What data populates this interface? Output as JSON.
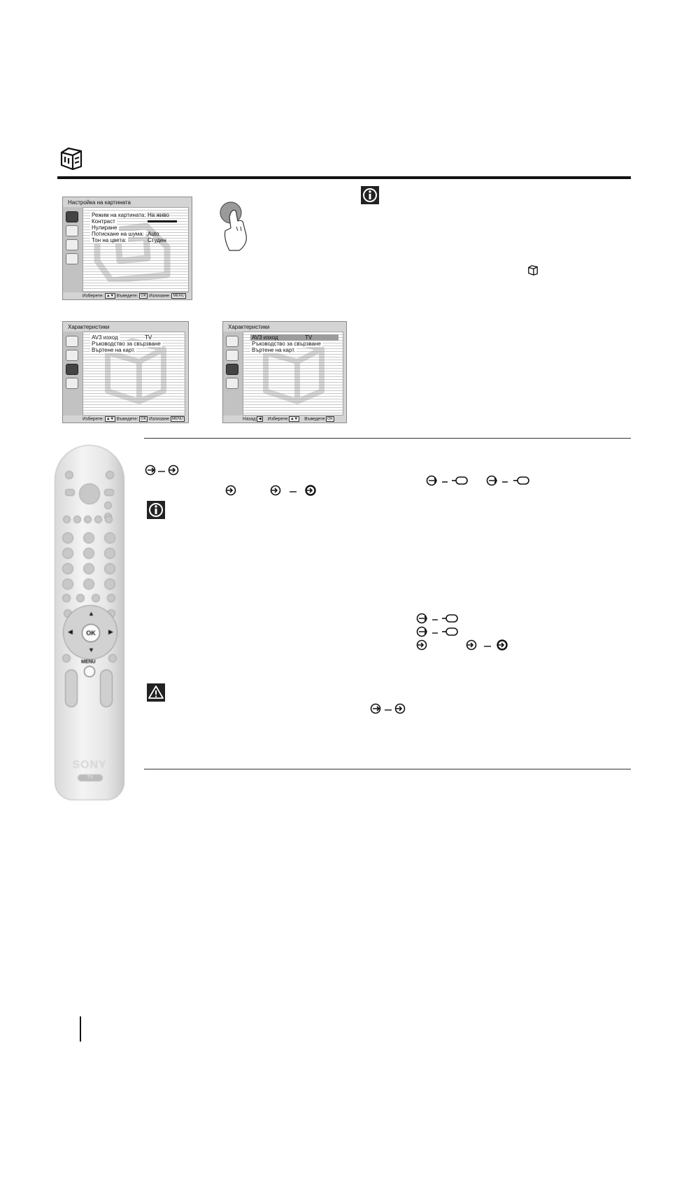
{
  "osd_picture": {
    "title": "Настройка на картината",
    "rows": [
      {
        "label": "Режим на картината:",
        "value": "На живо"
      },
      {
        "label": "Контраст",
        "value": ""
      },
      {
        "label": "Нулиране",
        "value": ""
      },
      {
        "label": "Потискане на шума:",
        "value": "Auto"
      },
      {
        "label": "Тон на цвета:",
        "value": "Студен"
      }
    ],
    "footer": {
      "select": "Изберете:",
      "enter": "Въведете:",
      "exit": "Излизане:",
      "ok_key": "OK",
      "menu_key": "MENU"
    }
  },
  "osd_features_1": {
    "title": "Характеристики",
    "rows": [
      {
        "label": "AV3 изход",
        "value": "TV"
      },
      {
        "label": "Ръководство за свързване",
        "value": ""
      },
      {
        "label": "Въртене на карт.",
        "value": ""
      }
    ],
    "footer": {
      "select": "Изберете:",
      "enter": "Въведете:",
      "exit": "Излизане",
      "ok_key": "OK",
      "menu_key": "MENU"
    }
  },
  "osd_features_2": {
    "title": "Характеристики",
    "rows": [
      {
        "label": "AV3 изход",
        "value": "TV"
      },
      {
        "label": "Ръководство за свързване",
        "value": ""
      },
      {
        "label": "Въртене на карт.",
        "value": ""
      }
    ],
    "footer": {
      "back": "Назад:",
      "select": "Изберете:",
      "enter": "Въведете:",
      "ok_key": "OK"
    }
  },
  "remote": {
    "ok_label": "OK",
    "menu_label": "MENU",
    "brand": "SONY",
    "badge": "TV"
  },
  "icons": {
    "header": "features-menu-icon",
    "info": "info-icon",
    "warning": "warning-icon"
  }
}
